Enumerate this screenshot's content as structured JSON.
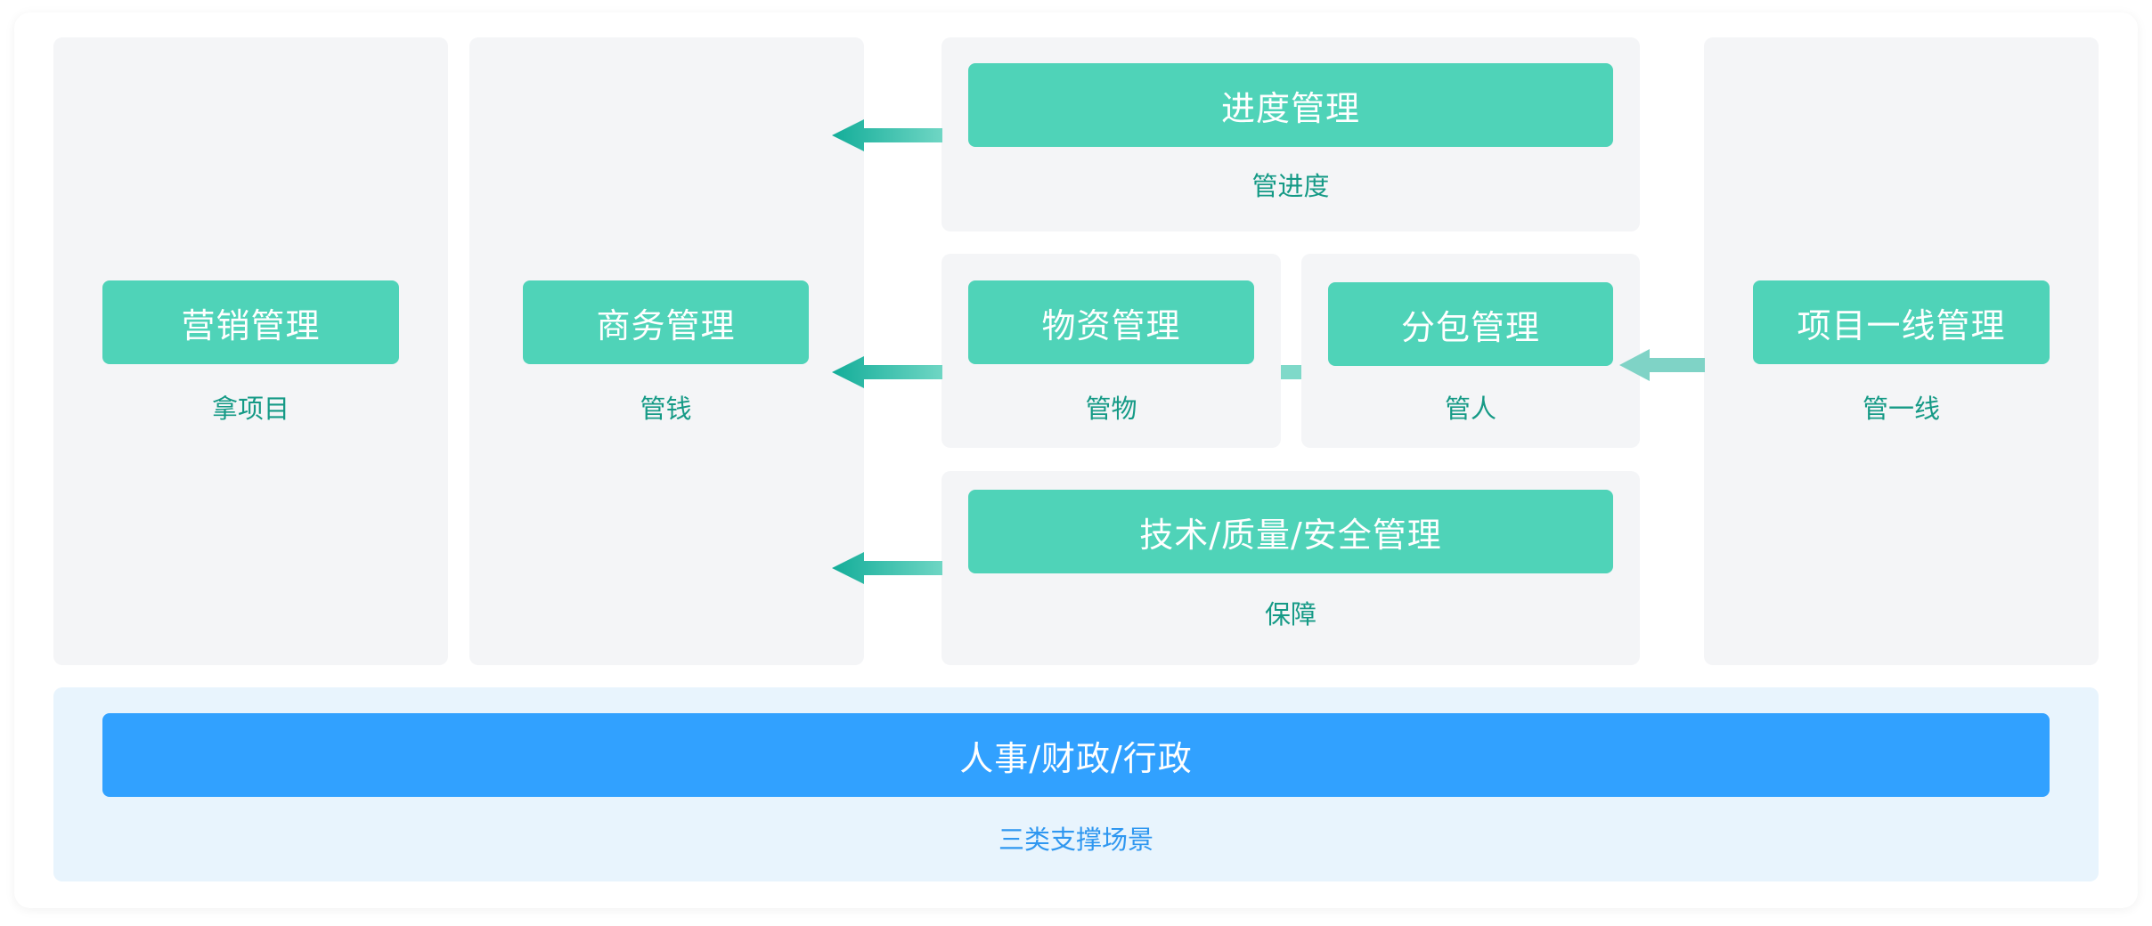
{
  "columns": {
    "marketing": {
      "title": "营销管理",
      "caption": "拿项目"
    },
    "business": {
      "title": "商务管理",
      "caption": "管钱"
    },
    "progress": {
      "title": "进度管理",
      "caption": "管进度"
    },
    "materials": {
      "title": "物资管理",
      "caption": "管物"
    },
    "subcontract": {
      "title": "分包管理",
      "caption": "管人"
    },
    "tech_quality_safety": {
      "title": "技术/质量/安全管理",
      "caption": "保障"
    },
    "frontline": {
      "title": "项目一线管理",
      "caption": "管一线"
    }
  },
  "support": {
    "title": "人事/财政/行政",
    "caption": "三类支撑场景"
  },
  "colors": {
    "panel_bg": "#f4f5f7",
    "pill_green": "#4fd3b8",
    "caption_green": "#159a86",
    "arrow_teal": "#1bb3a0",
    "support_bg": "#e8f4fd",
    "support_pill": "#31a1ff",
    "support_caption": "#2f97f0"
  }
}
